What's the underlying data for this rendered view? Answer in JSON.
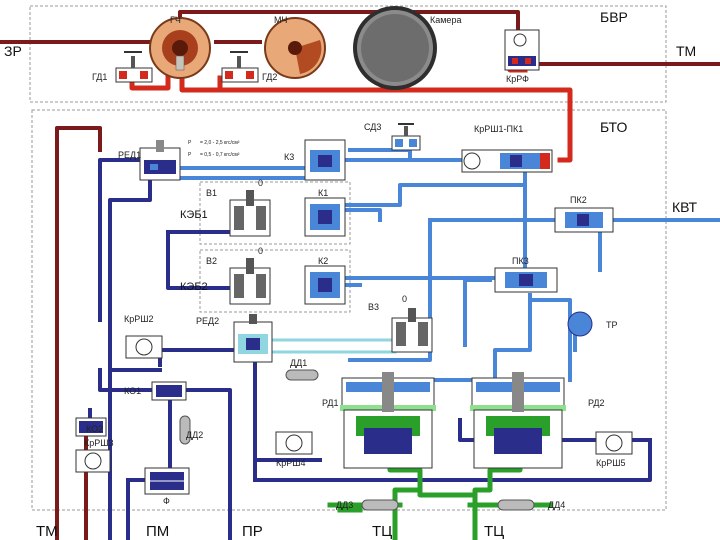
{
  "blocks": {
    "bvr": "БВР",
    "bto": "БТО"
  },
  "top": {
    "gch": "ГЧ",
    "mch": "МЧ",
    "kamera": "Камера",
    "gd1": "ГД1",
    "gd2": "ГД2",
    "krrf": "КрРФ"
  },
  "edges": {
    "zr": "ЗР",
    "tm_right": "ТМ",
    "kvt": "КВТ"
  },
  "bto": {
    "red1": "РЕД1",
    "p_eq1": "P",
    "p_eq1_val": "= 2,0 - 2,5 кгс/см²",
    "p_eq2": "P",
    "p_eq2_val": "= 0,5 - 0,7 кгс/см²",
    "k3": "К3",
    "sd3": "СД3",
    "krsh1": "КрРШ1-ПК1",
    "v1": "В1",
    "k1": "К1",
    "keb1": "КЭБ1",
    "o1": "0",
    "v2": "В2",
    "k2": "К2",
    "keb2": "КЭБ2",
    "o2": "0",
    "pk2": "ПК2",
    "pk3": "ПК3",
    "tr": "ТР",
    "v3": "В3",
    "o3": "0",
    "krsh2": "КрРШ2",
    "red2": "РЕД2",
    "dd1": "ДД1",
    "ko1": "КО1",
    "ko2": "КО2",
    "krsh3": "КрРШ3",
    "dd2": "ДД2",
    "rd1": "РД1",
    "rd2": "РД2",
    "krsh4": "КрРШ4",
    "krsh5": "КрРШ5",
    "dd3": "ДД3",
    "dd4": "ДД4",
    "f": "Ф"
  },
  "bottom": {
    "tm": "ТМ",
    "pm": "ПМ",
    "pr": "ПР",
    "tc1": "ТЦ",
    "tc2": "ТЦ"
  },
  "colors": {
    "red": "#d42a1e",
    "dark_red": "#7a1a1a",
    "navy": "#2a2e8a",
    "blue": "#4a86d8",
    "cyan": "#8fd6e0",
    "green": "#2aa02a",
    "grey": "#999999"
  }
}
